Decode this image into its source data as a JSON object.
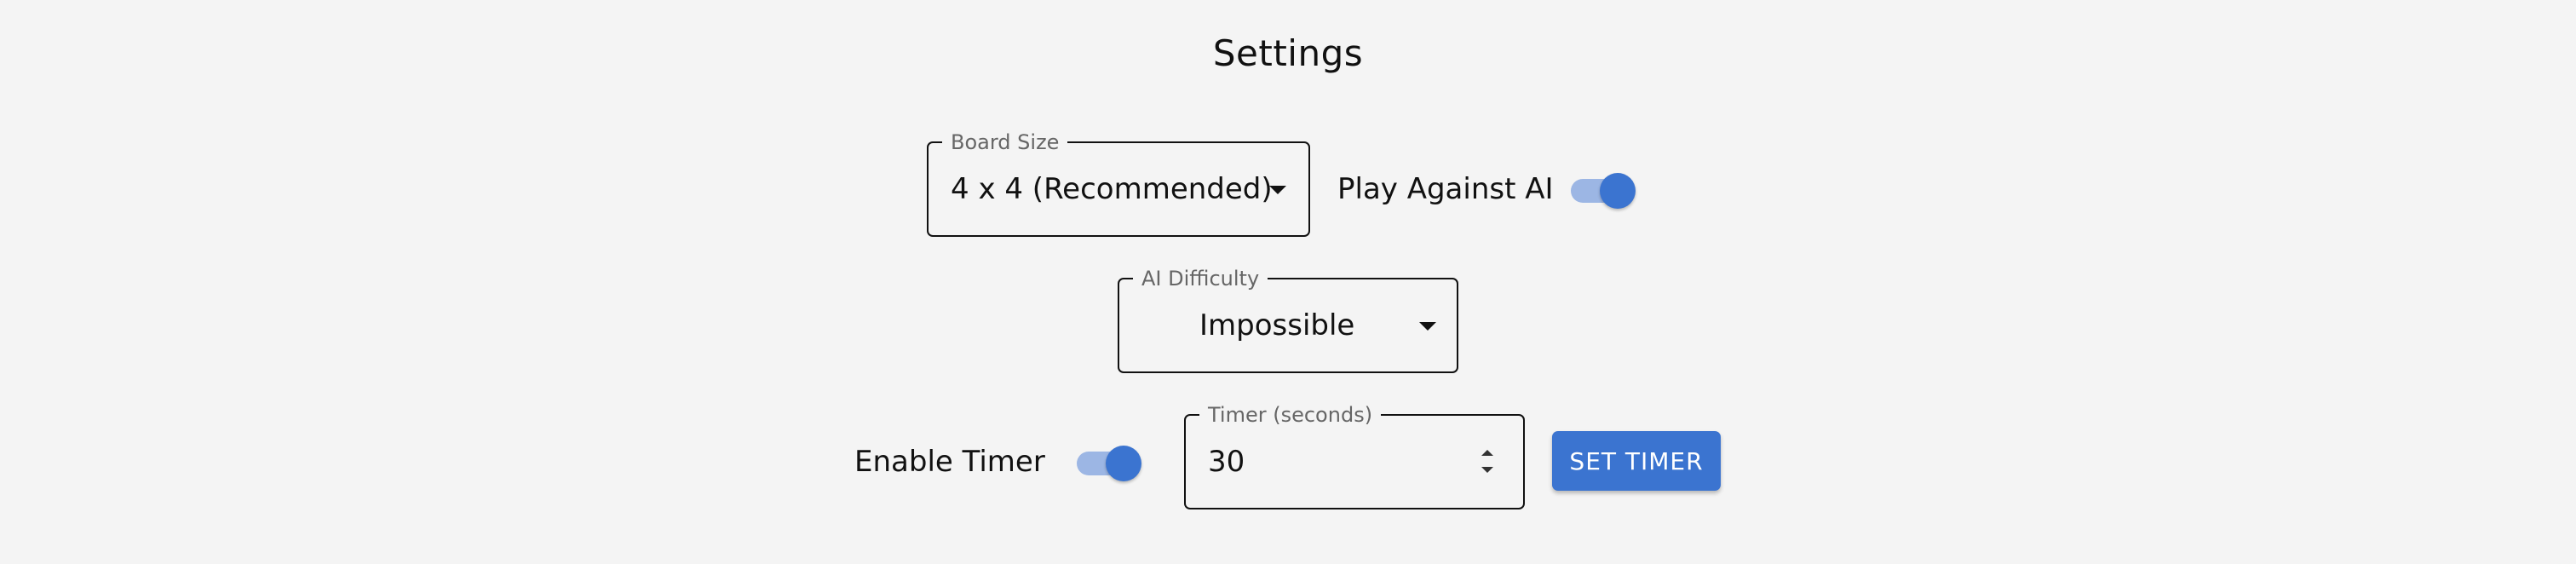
{
  "title": "Settings",
  "board_size": {
    "label": "Board Size",
    "value": "4 x 4 (Recommended)"
  },
  "play_against_ai": {
    "label": "Play Against AI",
    "enabled": true
  },
  "ai_difficulty": {
    "label": "AI Difficulty",
    "value": "Impossible"
  },
  "timer": {
    "enable_label": "Enable Timer",
    "enabled": true,
    "field_label": "Timer (seconds)",
    "value": "30",
    "button_label": "SET TIMER"
  },
  "colors": {
    "accent": "#3b74d0",
    "accent_light": "#9cb6e4",
    "background": "#f4f4f4"
  },
  "icons": {
    "dropdown": "chevron-down-icon",
    "spinner": "spinner-arrows-icon"
  }
}
